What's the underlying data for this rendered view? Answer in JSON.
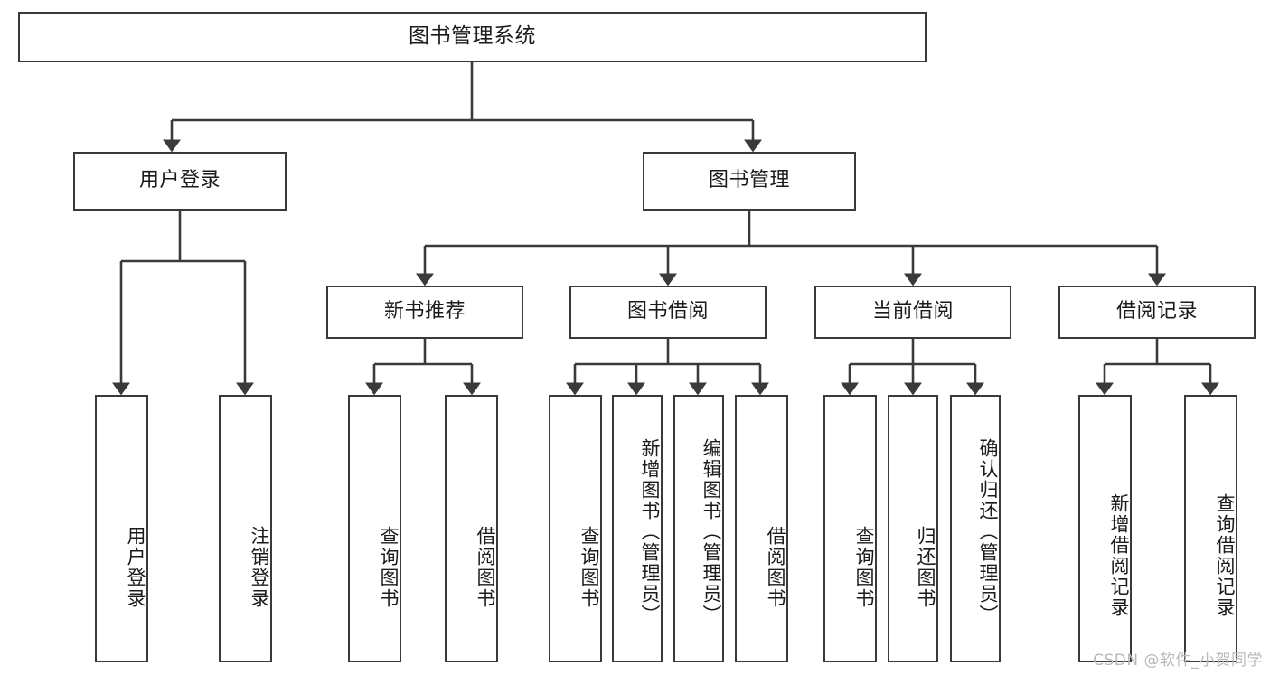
{
  "diagram": {
    "type": "tree",
    "title": "图书管理系统",
    "root": {
      "id": "root",
      "label": "图书管理系统"
    },
    "level2": [
      {
        "id": "user-login",
        "label": "用户登录"
      },
      {
        "id": "book-manage",
        "label": "图书管理"
      }
    ],
    "level3": [
      {
        "id": "new-book-rec",
        "label": "新书推荐",
        "parent": "book-manage"
      },
      {
        "id": "book-borrow",
        "label": "图书借阅",
        "parent": "book-manage"
      },
      {
        "id": "current-borrow",
        "label": "当前借阅",
        "parent": "book-manage"
      },
      {
        "id": "borrow-record",
        "label": "借阅记录",
        "parent": "book-manage"
      }
    ],
    "leaves": {
      "user_login": [
        {
          "id": "leaf-user-login",
          "label": "用户登录"
        },
        {
          "id": "leaf-user-logout",
          "label": "注销登录"
        }
      ],
      "new_book_rec": [
        {
          "id": "leaf-query-book-1",
          "label": "查询图书"
        },
        {
          "id": "leaf-borrow-book-1",
          "label": "借阅图书"
        }
      ],
      "book_borrow": [
        {
          "id": "leaf-query-book-2",
          "label": "查询图书"
        },
        {
          "id": "leaf-add-book",
          "label": "新增图书（管理员）"
        },
        {
          "id": "leaf-edit-book",
          "label": "编辑图书（管理员）"
        },
        {
          "id": "leaf-borrow-book-2",
          "label": "借阅图书"
        }
      ],
      "current_borrow": [
        {
          "id": "leaf-query-book-3",
          "label": "查询图书"
        },
        {
          "id": "leaf-return-book",
          "label": "归还图书"
        },
        {
          "id": "leaf-confirm-return",
          "label": "确认归还（管理员）"
        }
      ],
      "borrow_record": [
        {
          "id": "leaf-add-record",
          "label": "新增借阅记录"
        },
        {
          "id": "leaf-query-record",
          "label": "查询借阅记录"
        }
      ]
    },
    "colors": {
      "stroke": "#3a3a3a",
      "text": "#1b1b1b",
      "background": "#ffffff",
      "watermark": "#b9b9b9"
    }
  },
  "watermark": {
    "text": "CSDN @软件_小贺同学"
  }
}
